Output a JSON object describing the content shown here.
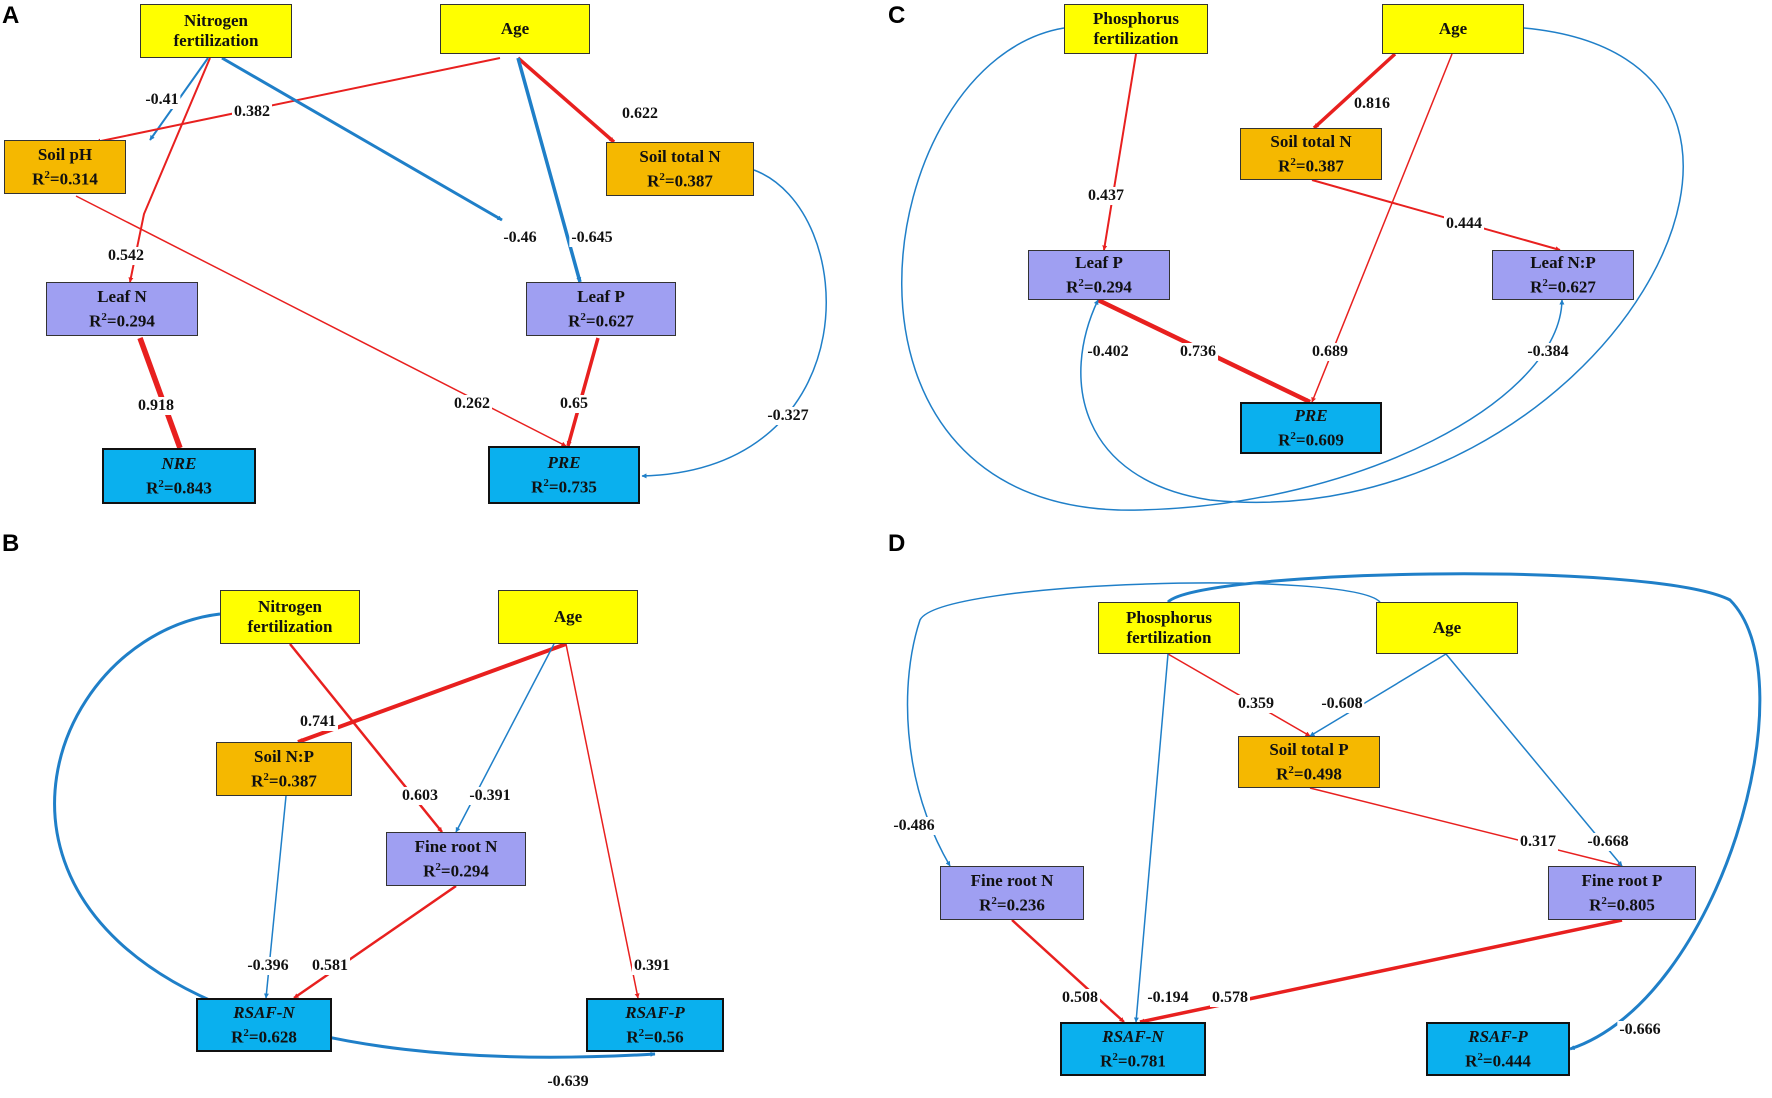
{
  "colors": {
    "positive": "#e8201f",
    "negative": "#1f7fc8",
    "exogenous": "#ffff00",
    "soil": "#f5b800",
    "plant": "#9f9ff2",
    "response": "#0ab0ee"
  },
  "panels": [
    {
      "letter": "A",
      "nodes": [
        {
          "id": "nf",
          "name": "Nitrogen fertilization",
          "style": "yellow"
        },
        {
          "id": "age",
          "name": "Age",
          "style": "yellow"
        },
        {
          "id": "ph",
          "name": "Soil pH",
          "r2": "0.314",
          "style": "orange"
        },
        {
          "id": "tn",
          "name": "Soil total N",
          "r2": "0.387",
          "style": "orange"
        },
        {
          "id": "ln",
          "name": "Leaf N",
          "r2": "0.294",
          "style": "purple"
        },
        {
          "id": "lp",
          "name": "Leaf P",
          "r2": "0.627",
          "style": "purple"
        },
        {
          "id": "nre",
          "name": "NRE",
          "r2": "0.843",
          "style": "cyan",
          "italic": true
        },
        {
          "id": "pre",
          "name": "PRE",
          "r2": "0.735",
          "style": "cyan",
          "italic": true
        }
      ],
      "paths": [
        {
          "from": "nf",
          "to": "ph",
          "coef": "-0.41",
          "sign": "negative"
        },
        {
          "from": "age",
          "to": "ph",
          "coef": "0.382",
          "sign": "positive"
        },
        {
          "from": "age",
          "to": "tn",
          "coef": "0.622",
          "sign": "positive"
        },
        {
          "from": "nf",
          "to": "ln",
          "coef": "0.542",
          "sign": "positive"
        },
        {
          "from": "nf",
          "to": "lp",
          "coef": "-0.46",
          "sign": "negative"
        },
        {
          "from": "age",
          "to": "lp",
          "coef": "-0.645",
          "sign": "negative"
        },
        {
          "from": "ln",
          "to": "nre",
          "coef": "0.918",
          "sign": "positive"
        },
        {
          "from": "ph",
          "to": "pre",
          "coef": "0.262",
          "sign": "positive"
        },
        {
          "from": "lp",
          "to": "pre",
          "coef": "0.65",
          "sign": "positive"
        },
        {
          "from": "tn",
          "to": "pre",
          "coef": "-0.327",
          "sign": "negative"
        }
      ]
    },
    {
      "letter": "B",
      "nodes": [
        {
          "id": "nf",
          "name": "Nitrogen fertilization",
          "style": "yellow"
        },
        {
          "id": "age",
          "name": "Age",
          "style": "yellow"
        },
        {
          "id": "snp",
          "name": "Soil N:P",
          "r2": "0.387",
          "style": "orange"
        },
        {
          "id": "frn",
          "name": "Fine root N",
          "r2": "0.294",
          "style": "purple"
        },
        {
          "id": "rsafn",
          "name": "RSAF-N",
          "r2": "0.628",
          "style": "cyan",
          "italic": true
        },
        {
          "id": "rsafp",
          "name": "RSAF-P",
          "r2": "0.56",
          "style": "cyan",
          "italic": true
        }
      ],
      "paths": [
        {
          "from": "age",
          "to": "snp",
          "coef": "0.741",
          "sign": "positive"
        },
        {
          "from": "nf",
          "to": "frn",
          "coef": "0.603",
          "sign": "positive"
        },
        {
          "from": "age",
          "to": "frn",
          "coef": "-0.391",
          "sign": "negative"
        },
        {
          "from": "snp",
          "to": "rsafn",
          "coef": "-0.396",
          "sign": "negative"
        },
        {
          "from": "frn",
          "to": "rsafn",
          "coef": "0.581",
          "sign": "positive"
        },
        {
          "from": "age",
          "to": "rsafp",
          "coef": "0.391",
          "sign": "positive"
        },
        {
          "from": "nf",
          "to": "rsafp",
          "coef": "-0.639",
          "sign": "negative"
        }
      ]
    },
    {
      "letter": "C",
      "nodes": [
        {
          "id": "pf",
          "name": "Phosphorus fertilization",
          "style": "yellow"
        },
        {
          "id": "age",
          "name": "Age",
          "style": "yellow"
        },
        {
          "id": "tn",
          "name": "Soil total N",
          "r2": "0.387",
          "style": "orange"
        },
        {
          "id": "lp",
          "name": "Leaf P",
          "r2": "0.294",
          "style": "purple"
        },
        {
          "id": "lnp",
          "name": "Leaf N:P",
          "r2": "0.627",
          "style": "purple"
        },
        {
          "id": "pre",
          "name": "PRE",
          "r2": "0.609",
          "style": "cyan",
          "italic": true
        }
      ],
      "paths": [
        {
          "from": "age",
          "to": "tn",
          "coef": "0.816",
          "sign": "positive"
        },
        {
          "from": "pf",
          "to": "lp",
          "coef": "0.437",
          "sign": "positive"
        },
        {
          "from": "tn",
          "to": "lnp",
          "coef": "0.444",
          "sign": "positive"
        },
        {
          "from": "lp",
          "to": "pre",
          "coef": "0.736",
          "sign": "positive"
        },
        {
          "from": "age",
          "to": "pre",
          "coef": "0.689",
          "sign": "positive"
        },
        {
          "from": "age",
          "to": "lp",
          "coef": "-0.402",
          "sign": "negative"
        },
        {
          "from": "pf",
          "to": "lnp",
          "coef": "-0.384",
          "sign": "negative"
        }
      ]
    },
    {
      "letter": "D",
      "nodes": [
        {
          "id": "pf",
          "name": "Phosphorus fertilization",
          "style": "yellow"
        },
        {
          "id": "age",
          "name": "Age",
          "style": "yellow"
        },
        {
          "id": "stp",
          "name": "Soil total P",
          "r2": "0.498",
          "style": "orange"
        },
        {
          "id": "frn",
          "name": "Fine root N",
          "r2": "0.236",
          "style": "purple"
        },
        {
          "id": "frp",
          "name": "Fine root P",
          "r2": "0.805",
          "style": "purple"
        },
        {
          "id": "rsafn",
          "name": "RSAF-N",
          "r2": "0.781",
          "style": "cyan",
          "italic": true
        },
        {
          "id": "rsafp",
          "name": "RSAF-P",
          "r2": "0.444",
          "style": "cyan",
          "italic": true
        }
      ],
      "paths": [
        {
          "from": "pf",
          "to": "stp",
          "coef": "0.359",
          "sign": "positive"
        },
        {
          "from": "age",
          "to": "stp",
          "coef": "-0.608",
          "sign": "negative"
        },
        {
          "from": "age",
          "to": "frn",
          "coef": "-0.486",
          "sign": "negative"
        },
        {
          "from": "stp",
          "to": "frp",
          "coef": "0.317",
          "sign": "positive"
        },
        {
          "from": "age",
          "to": "frp",
          "coef": "-0.668",
          "sign": "negative"
        },
        {
          "from": "frn",
          "to": "rsafn",
          "coef": "0.508",
          "sign": "positive"
        },
        {
          "from": "pf",
          "to": "rsafn",
          "coef": "-0.194",
          "sign": "negative"
        },
        {
          "from": "frp",
          "to": "rsafn",
          "coef": "0.578",
          "sign": "positive"
        },
        {
          "from": "pf",
          "to": "rsafp",
          "coef": "-0.666",
          "sign": "negative"
        }
      ]
    }
  ]
}
